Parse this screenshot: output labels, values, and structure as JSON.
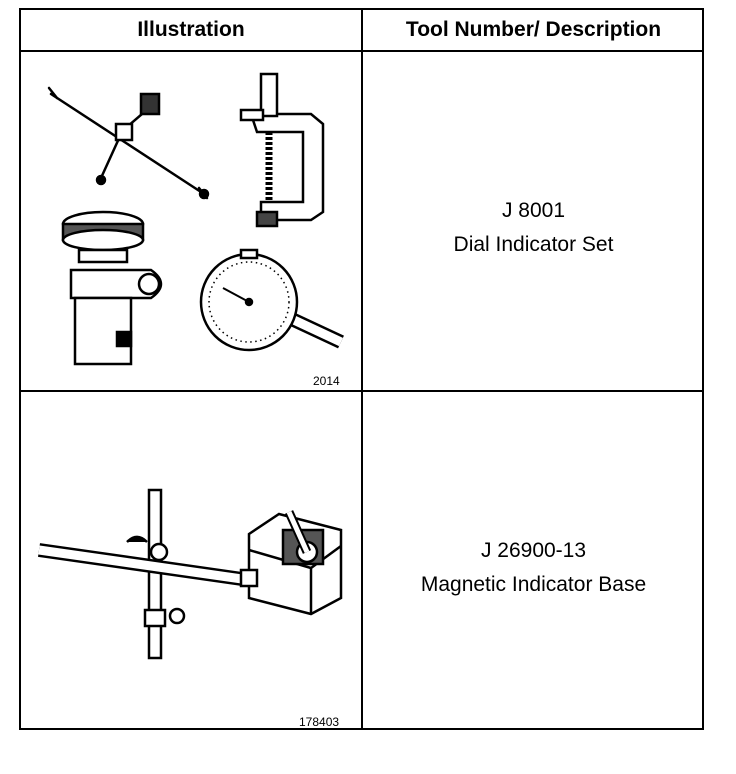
{
  "table": {
    "headers": {
      "illustration": "Illustration",
      "tool": "Tool Number/ Description"
    },
    "rows": [
      {
        "tool_number": "J 8001",
        "description": "Dial Indicator Set",
        "figure_number": "2014"
      },
      {
        "tool_number": "J 26900-13",
        "description": "Magnetic Indicator Base",
        "figure_number": "178403"
      }
    ]
  }
}
